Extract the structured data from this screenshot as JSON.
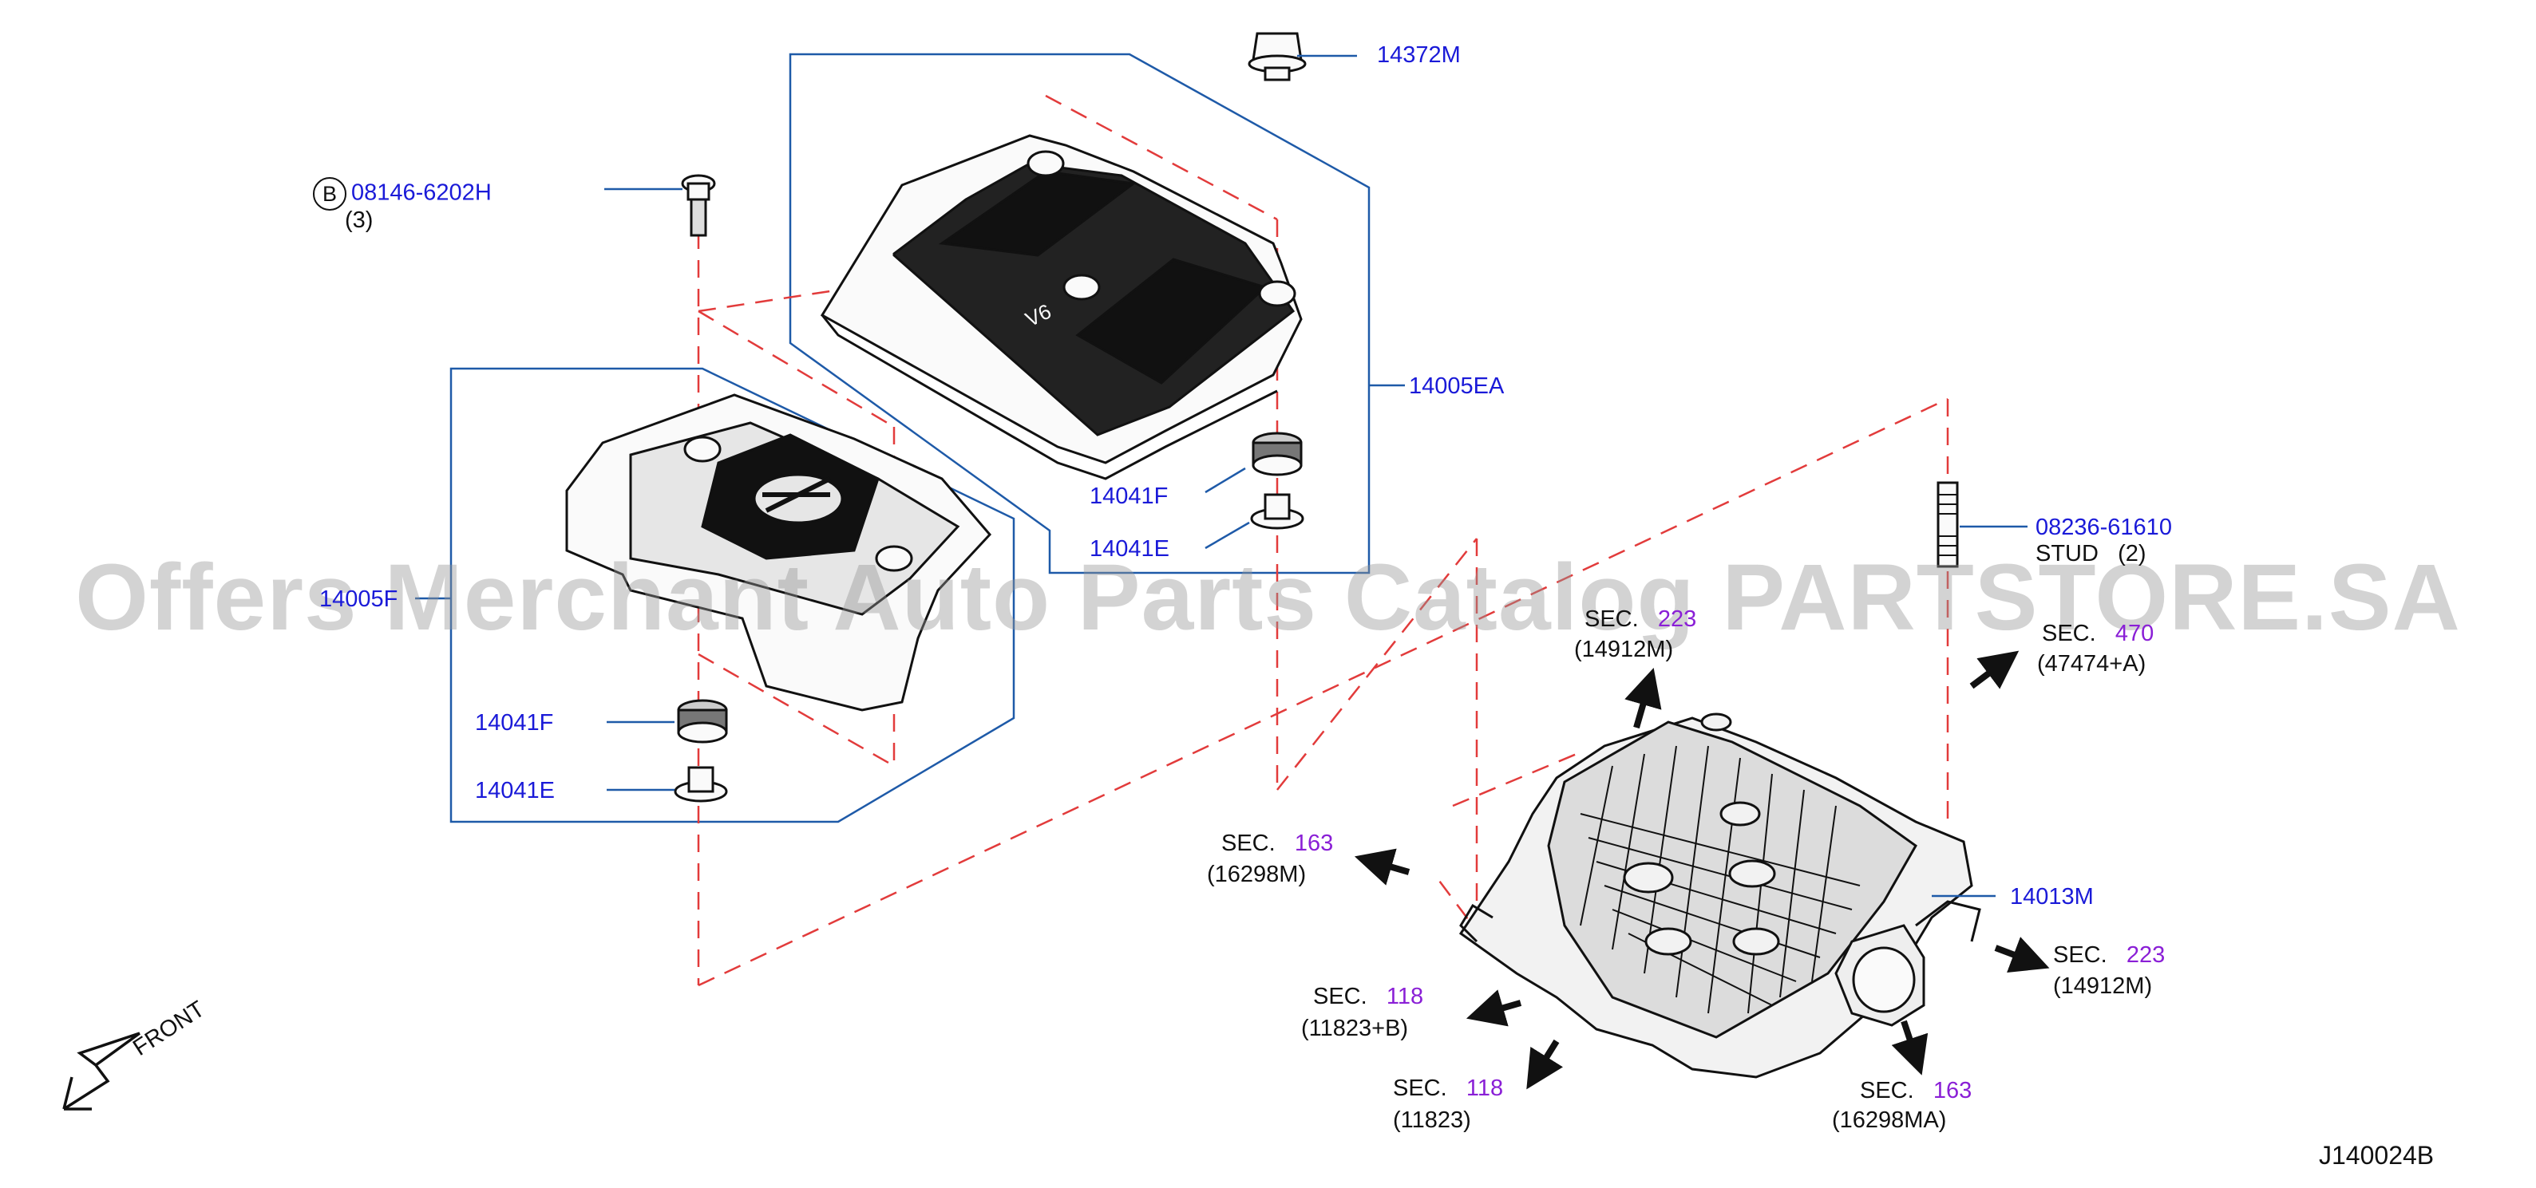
{
  "watermark": "Offers Merchant Auto Parts Catalog PARTSTORE.SA",
  "diagram_id": "J140024B",
  "front_label": "FRONT",
  "colors": {
    "callout": "#1a1ad8",
    "leader": "#1e5aa8",
    "dashed": "#e23b3b",
    "section": "#8a1fd6"
  },
  "parts": {
    "bolt": {
      "circle": "B",
      "number": "08146-6202H",
      "qty": "(3)"
    },
    "clip": "14372M",
    "cover_upper": "14005EA",
    "cover_lower": "14005F",
    "insulator_upper_f": "14041F",
    "insulator_upper_e": "14041E",
    "insulator_lower_f": "14041F",
    "insulator_lower_e": "14041E",
    "stud": {
      "number": "08236-61610",
      "name": "STUD",
      "qty": "(2)"
    },
    "collector": "14013M"
  },
  "sections": {
    "s223_top": {
      "word": "SEC.",
      "num": "223",
      "ref": "(14912M)"
    },
    "s470": {
      "word": "SEC.",
      "num": "470",
      "ref": "(47474+A)"
    },
    "s163_left": {
      "word": "SEC.",
      "num": "163",
      "ref": "(16298M)"
    },
    "s118_b": {
      "word": "SEC.",
      "num": "118",
      "ref": "(11823+B)"
    },
    "s118": {
      "word": "SEC.",
      "num": "118",
      "ref": "(11823)"
    },
    "s223_right": {
      "word": "SEC.",
      "num": "223",
      "ref": "(14912M)"
    },
    "s163_right": {
      "word": "SEC.",
      "num": "163",
      "ref": "(16298MA)"
    }
  }
}
